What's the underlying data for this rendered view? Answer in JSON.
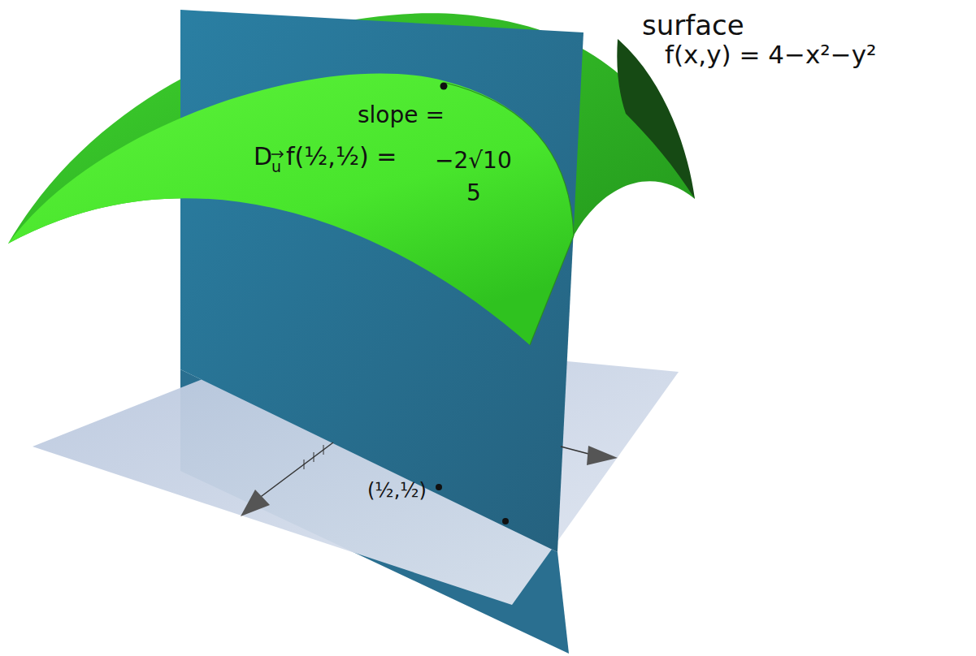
{
  "diagram": {
    "labels": [
      "surface",
      "f(x,y) = 4−x²−y²",
      "slope =",
      "D",
      "u",
      "f(½,½) =",
      "−2√10",
      "5",
      "(½,½)"
    ]
  }
}
